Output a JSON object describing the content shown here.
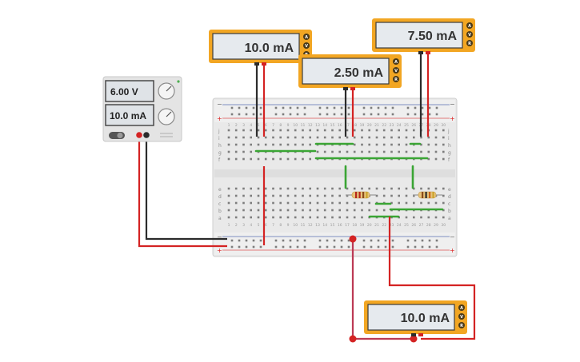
{
  "power_supply": {
    "voltage": "6.00 V",
    "current": "10.0 mA"
  },
  "meters": {
    "top_left": {
      "reading": "10.0 mA"
    },
    "top_middle": {
      "reading": "2.50 mA"
    },
    "top_right": {
      "reading": "7.50 mA"
    },
    "bottom": {
      "reading": "10.0 mA"
    }
  },
  "meter_buttons": [
    "A",
    "V",
    "R"
  ],
  "breadboard": {
    "row_labels_top": [
      "j",
      "i",
      "h",
      "g",
      "f"
    ],
    "row_labels_bottom": [
      "e",
      "d",
      "c",
      "b",
      "a"
    ],
    "rail_plus": "+",
    "rail_minus": "−",
    "column_count": 30
  },
  "colors": {
    "meter_frame": "#f2a623",
    "lcd": "#e6eaee",
    "wire_red": "#d42323",
    "wire_black": "#2b2b2b",
    "jumper_green": "#3aa534",
    "board": "#ebebeb"
  }
}
